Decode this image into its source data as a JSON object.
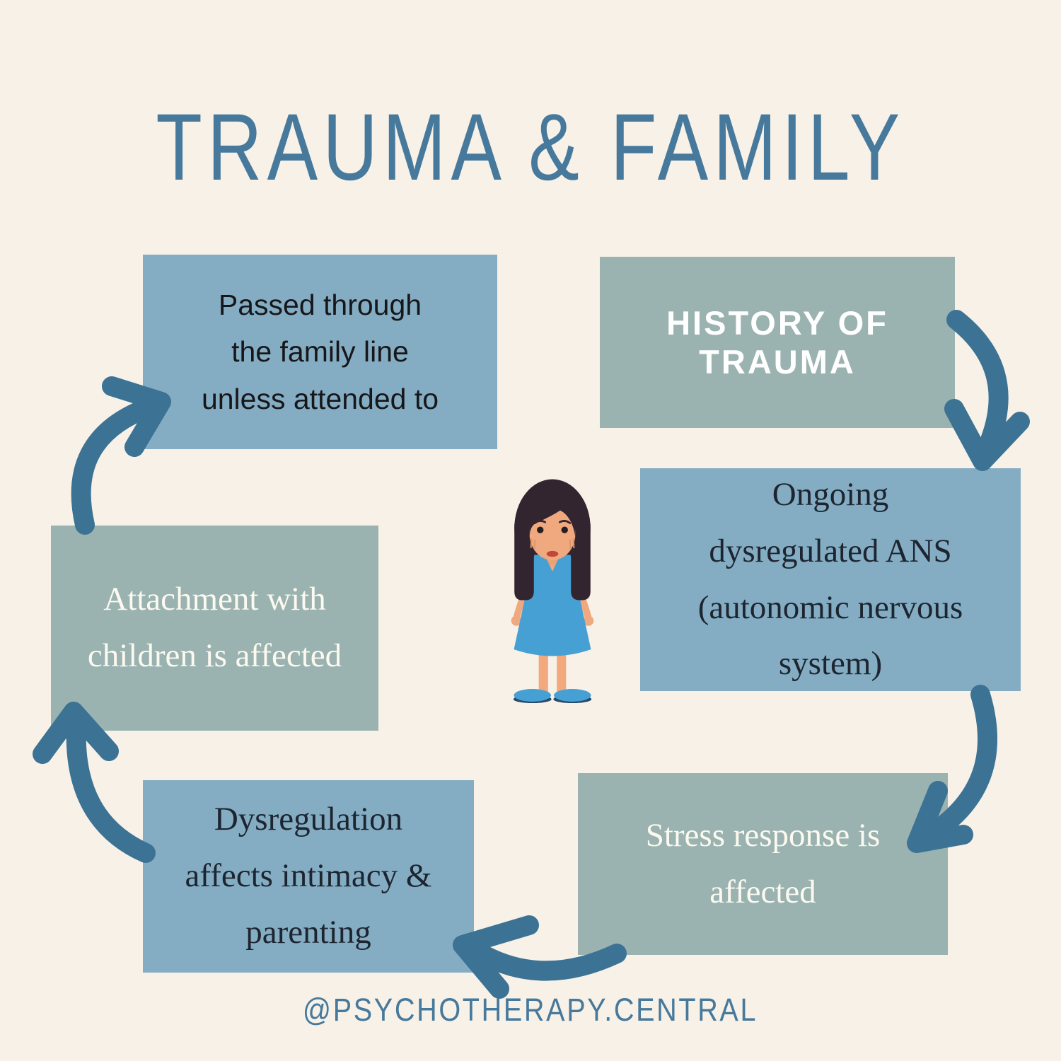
{
  "title": "TRAUMA & FAMILY",
  "footer_handle": "@PSYCHOTHERAPY.CENTRAL",
  "nodes": [
    {
      "id": "passed-through-family-line",
      "text": "Passed through the family line unless attended to"
    },
    {
      "id": "history-of-trauma",
      "text": "HISTORY OF TRAUMA"
    },
    {
      "id": "ongoing-dysregulated-ans",
      "text": "Ongoing dysregulated ANS (autonomic nervous system)"
    },
    {
      "id": "attachment-with-children",
      "text": "Attachment with children is affected"
    },
    {
      "id": "dysregulation-affects-intimacy",
      "text": "Dysregulation affects intimacy & parenting"
    },
    {
      "id": "stress-response-affected",
      "text": "Stress response is affected"
    }
  ],
  "illustration": "girl in blue dress standing in center of cycle",
  "colors": {
    "background": "#f7f1e7",
    "box_blue": "#84adc3",
    "box_sage": "#9ab3b0",
    "arrow": "#3c7294",
    "heading_text": "#46799c",
    "dark_text": "#1d2530",
    "light_text": "#fcf9f0"
  }
}
